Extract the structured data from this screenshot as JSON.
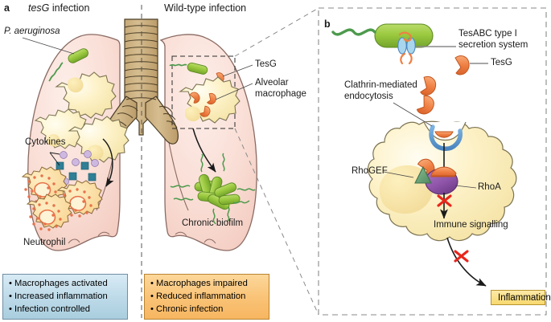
{
  "figure": {
    "panels": [
      {
        "letter": "a",
        "name": "lung-infection-overview"
      },
      {
        "letter": "b",
        "name": "macrophage-mechanism-detail"
      }
    ]
  },
  "panel_a": {
    "letter": "a",
    "title_left_italic": "tesG",
    "title_left_rest": " infection",
    "title_right": "Wild-type infection",
    "labels": {
      "pathogen": "P. aeruginosa",
      "cytokines": "Cytokines",
      "neutrophil": "Neutrophil",
      "tesg": "TesG",
      "alveolar_macrophage_line1": "Alveolar",
      "alveolar_macrophage_line2": "macrophage",
      "chronic_biofilm": "Chronic biofilm"
    },
    "outcome_box_left": {
      "items": [
        "• Macrophages activated",
        "• Increased inflammation",
        "• Infection controlled"
      ],
      "fill_top": "#d8ebf5",
      "fill_bottom": "#a9cede",
      "border": "#6f8ea3"
    },
    "outcome_box_right": {
      "items": [
        "• Macrophages impaired",
        "• Reduced inflammation",
        "• Chronic infection"
      ],
      "fill_top": "#fcd79a",
      "fill_bottom": "#f7b661",
      "border": "#b98432"
    }
  },
  "panel_b": {
    "letter": "b",
    "labels": {
      "secretion_line1": "TesABC type I",
      "secretion_line2": "secretion system",
      "tesg": "TesG",
      "endocytosis_line1": "Clathrin-mediated",
      "endocytosis_line2": "endocytosis",
      "rhogef": "RhoGEF",
      "rhoa": "RhoA",
      "immune_signalling": "Immune signalling",
      "inflammation": "Inflammation"
    },
    "inflammation_box": {
      "fill_top": "#fdeaa8",
      "fill_bottom": "#f8d96f",
      "border": "#b9942f"
    }
  },
  "colors": {
    "lung_fill": "#f9ddd5",
    "lung_edge": "#8a6b63",
    "trachea_fill": "#cdb384",
    "trachea_edge": "#4a3d26",
    "macrophage_fill": "#fdf2c8",
    "macrophage_edge": "#7d7453",
    "neutrophil_fill": "#fbdda0",
    "neutrophil_edge": "#8a6a3a",
    "neutrophil_granule": "#e8724a",
    "bacterium_green": "#9fcc4a",
    "flagellum_green": "#4d9a4d",
    "tesg_orange": "#ef7f43",
    "rhoa_purple": "#8e54a8",
    "rhogef_green": "#5e9a6c",
    "clathrin_blue": "#5b9bd5",
    "cytokine_square": "#2f7f96",
    "cytokine_circle": "#cdb8e0",
    "cross_red": "#e8261c",
    "dash_grey": "#808080",
    "leader_grey": "#6b6b6b"
  }
}
